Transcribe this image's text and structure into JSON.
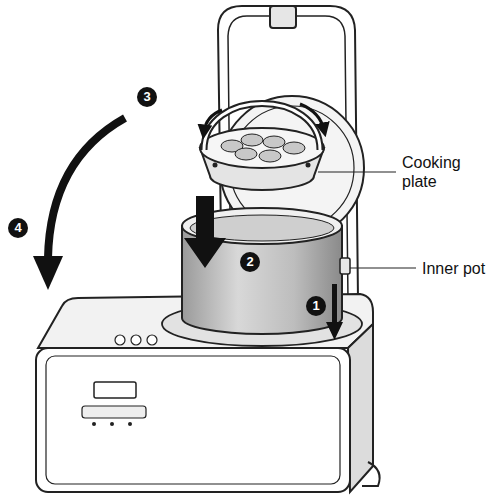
{
  "diagram": {
    "labels": [
      "Cooking plate",
      "Inner pot",
      "3",
      "4",
      "2",
      "1"
    ]
  }
}
